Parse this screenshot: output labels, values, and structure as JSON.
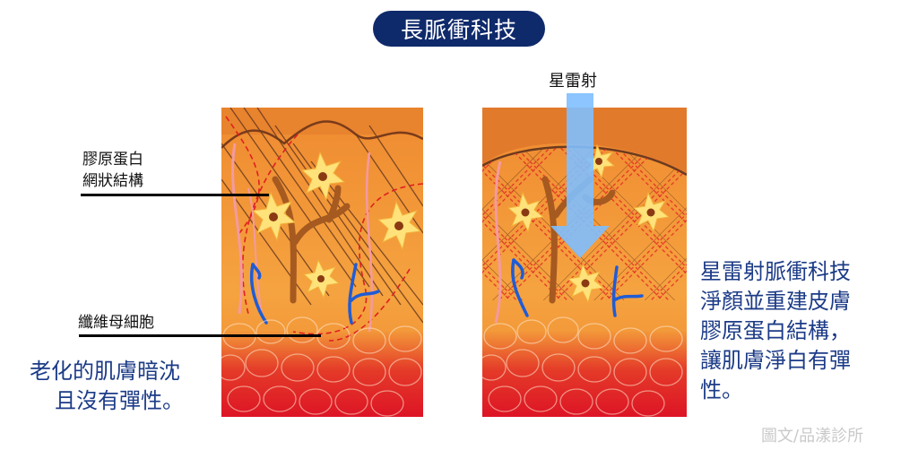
{
  "title": "長脈衝科技",
  "left_panel": {
    "label_collagen": [
      "膠原蛋白",
      "網狀結構"
    ],
    "label_fibroblast": "纖維母細胞",
    "caption": [
      "老化的肌膚暗沈",
      "且沒有彈性。"
    ]
  },
  "right_panel": {
    "laser_label": "星雷射",
    "caption": [
      "星雷射脈衝科技",
      "淨顏並重建皮膚",
      "膠原蛋白結構，",
      "讓肌膚淨白有彈",
      "性。"
    ]
  },
  "credit": "圖文/品漾診所",
  "colors": {
    "title_bg": "#0f2a6b",
    "caption_text": "#1c3b87",
    "skin_orange": "#f5a340",
    "dermis_red": "#e0192a",
    "laser_blue": "#7fbfff",
    "credit_gray": "#c9c9c9"
  }
}
